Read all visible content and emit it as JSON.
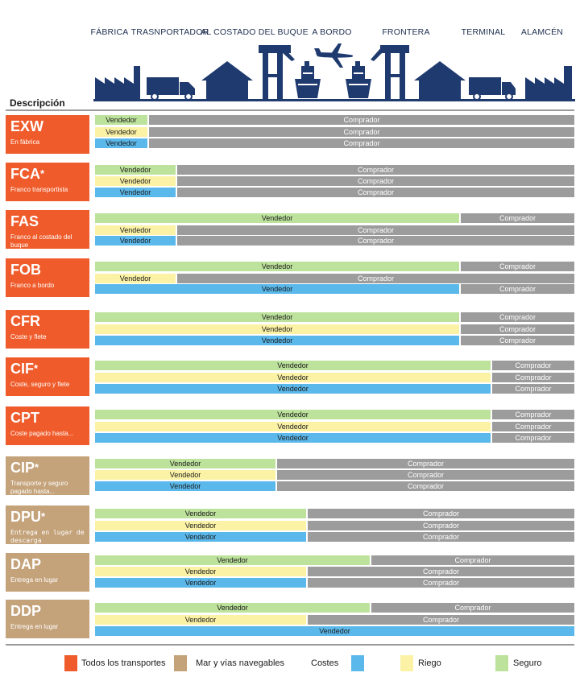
{
  "colors": {
    "all_transport": "#ef5b2a",
    "sea": "#c4a27a",
    "costs": "#5bb8ea",
    "risk": "#fbf2a6",
    "insurance": "#bde29c",
    "buyer": "#9c9c9c",
    "navy": "#1f3a6e"
  },
  "stages": [
    "FÁBRICA",
    "TRASNPORTADOR",
    "AL COSTADO DEL BUQUE",
    "A BORDO",
    "FRONTERA",
    "TERMINAL",
    "ALAMCÉN"
  ],
  "illustration_icons": [
    "factory-icon",
    "truck-icon",
    "warehouse-icon",
    "crane-icon",
    "ship-icon",
    "airplane-icon",
    "ship-icon",
    "crane-icon",
    "warehouse-icon",
    "truck-icon",
    "factory-icon"
  ],
  "header": {
    "description_label": "Descripción"
  },
  "seller_label": "Vendedor",
  "buyer_label": "Comprador",
  "terms": [
    {
      "code": "EXW",
      "star": "",
      "name": "En fábrica",
      "group": "all",
      "rows": [
        {
          "kind": "insurance",
          "seller_share": 0.11
        },
        {
          "kind": "risk",
          "seller_share": 0.11
        },
        {
          "kind": "costs",
          "seller_share": 0.11
        }
      ]
    },
    {
      "code": "FCA",
      "star": "*",
      "name": "Franco transportista",
      "group": "all",
      "rows": [
        {
          "kind": "insurance",
          "seller_share": 0.168
        },
        {
          "kind": "risk",
          "seller_share": 0.168
        },
        {
          "kind": "costs",
          "seller_share": 0.168
        }
      ]
    },
    {
      "code": "FAS",
      "star": "",
      "name": "Franco al costado del buque",
      "group": "all",
      "rows": [
        {
          "kind": "insurance",
          "seller_share": 0.76
        },
        {
          "kind": "risk",
          "seller_share": 0.168
        },
        {
          "kind": "costs",
          "seller_share": 0.168
        }
      ]
    },
    {
      "code": "FOB",
      "star": "",
      "name": "Franco a bordo",
      "group": "all",
      "rows": [
        {
          "kind": "insurance",
          "seller_share": 0.76
        },
        {
          "kind": "risk",
          "seller_share": 0.168
        },
        {
          "kind": "costs",
          "seller_share": 0.76
        }
      ]
    },
    {
      "code": "CFR",
      "star": "",
      "name": "Coste y flete",
      "group": "all",
      "rows": [
        {
          "kind": "insurance",
          "seller_share": 0.76
        },
        {
          "kind": "risk",
          "seller_share": 0.76
        },
        {
          "kind": "costs",
          "seller_share": 0.76
        }
      ]
    },
    {
      "code": "CIF",
      "star": "*",
      "name": "Coste, seguro y flete",
      "group": "all",
      "rows": [
        {
          "kind": "insurance",
          "seller_share": 0.826
        },
        {
          "kind": "risk",
          "seller_share": 0.826
        },
        {
          "kind": "costs",
          "seller_share": 0.826
        }
      ]
    },
    {
      "code": "CPT",
      "star": "",
      "name": "Coste pagado hasta...",
      "group": "all",
      "rows": [
        {
          "kind": "insurance",
          "seller_share": 0.826
        },
        {
          "kind": "risk",
          "seller_share": 0.826
        },
        {
          "kind": "costs",
          "seller_share": 0.826
        }
      ]
    },
    {
      "code": "CIP",
      "star": "*",
      "name": "Transporte y seguro pagado hasta...",
      "group": "sea",
      "rows": [
        {
          "kind": "insurance",
          "seller_share": 0.376
        },
        {
          "kind": "risk",
          "seller_share": 0.376
        },
        {
          "kind": "costs",
          "seller_share": 0.376
        }
      ]
    },
    {
      "code": "DPU",
      "star": "*",
      "name": "Entrega en lugar de descarga",
      "group": "sea",
      "mono": true,
      "rows": [
        {
          "kind": "insurance",
          "seller_share": 0.44
        },
        {
          "kind": "risk",
          "seller_share": 0.44
        },
        {
          "kind": "costs",
          "seller_share": 0.44
        }
      ]
    },
    {
      "code": "DAP",
      "star": "",
      "name": "Entrega en lugar",
      "group": "sea",
      "rows": [
        {
          "kind": "insurance",
          "seller_share": 0.573
        },
        {
          "kind": "risk",
          "seller_share": 0.44
        },
        {
          "kind": "costs",
          "seller_share": 0.44
        }
      ]
    },
    {
      "code": "DDP",
      "star": "",
      "name": "Entrega en lugar",
      "group": "sea",
      "rows": [
        {
          "kind": "insurance",
          "seller_share": 0.573
        },
        {
          "kind": "risk",
          "seller_share": 0.44
        },
        {
          "kind": "costs",
          "seller_share": 1.0
        }
      ]
    }
  ],
  "legend": [
    {
      "label": "Todos los transportes",
      "color_key": "all_transport"
    },
    {
      "label": "Mar y vías navegables",
      "color_key": "sea"
    },
    {
      "label": "Costes",
      "color_key": "costs"
    },
    {
      "label": "Riego",
      "color_key": "risk"
    },
    {
      "label": "Seguro",
      "color_key": "insurance"
    }
  ]
}
